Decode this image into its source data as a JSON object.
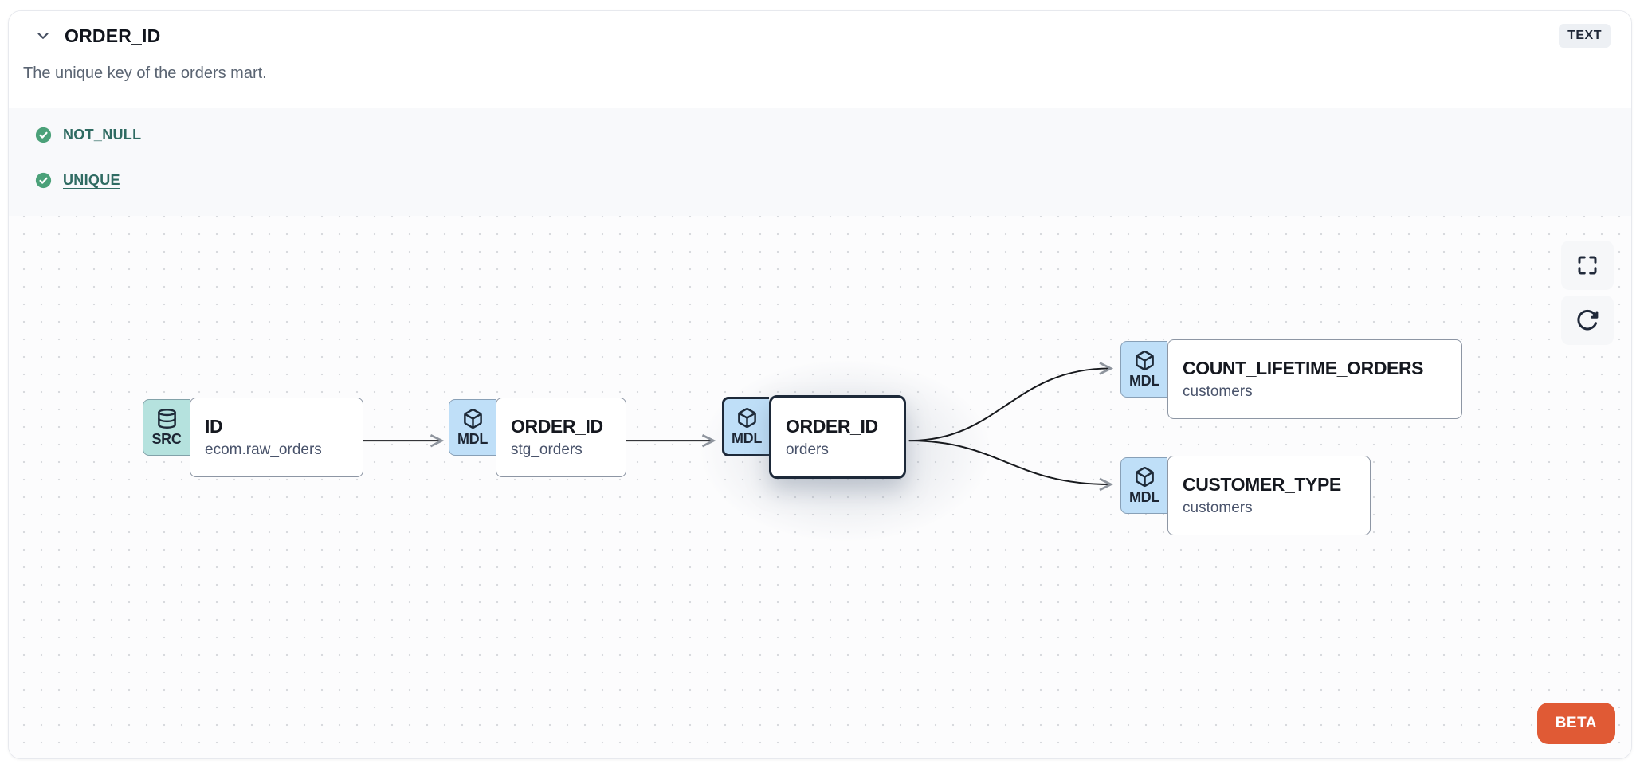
{
  "column": {
    "title": "ORDER_ID",
    "type_badge": "TEXT",
    "description": "The unique key of the orders mart."
  },
  "tests": {
    "items": [
      {
        "label": "NOT_NULL",
        "status": "pass"
      },
      {
        "label": "UNIQUE",
        "status": "pass"
      }
    ]
  },
  "lineage": {
    "nodes": [
      {
        "type": "SRC",
        "icon": "database-icon",
        "title": "ID",
        "subtitle": "ecom.raw_orders",
        "selected": false
      },
      {
        "type": "MDL",
        "icon": "cube-icon",
        "title": "ORDER_ID",
        "subtitle": "stg_orders",
        "selected": false
      },
      {
        "type": "MDL",
        "icon": "cube-icon",
        "title": "ORDER_ID",
        "subtitle": "orders",
        "selected": true
      },
      {
        "type": "MDL",
        "icon": "cube-icon",
        "title": "COUNT_LIFETIME_ORDERS",
        "subtitle": "customers",
        "selected": false
      },
      {
        "type": "MDL",
        "icon": "cube-icon",
        "title": "CUSTOMER_TYPE",
        "subtitle": "customers",
        "selected": false
      }
    ],
    "beta_label": "BETA"
  },
  "colors": {
    "src_badge_bg": "#b5e2de",
    "mdl_badge_bg": "#bfdff8",
    "selected_border": "#1d2939",
    "test_pass_green": "#4ba179",
    "test_link_teal": "#2f6b62",
    "beta_orange": "#e05a35",
    "edge_black": "#17191d"
  }
}
